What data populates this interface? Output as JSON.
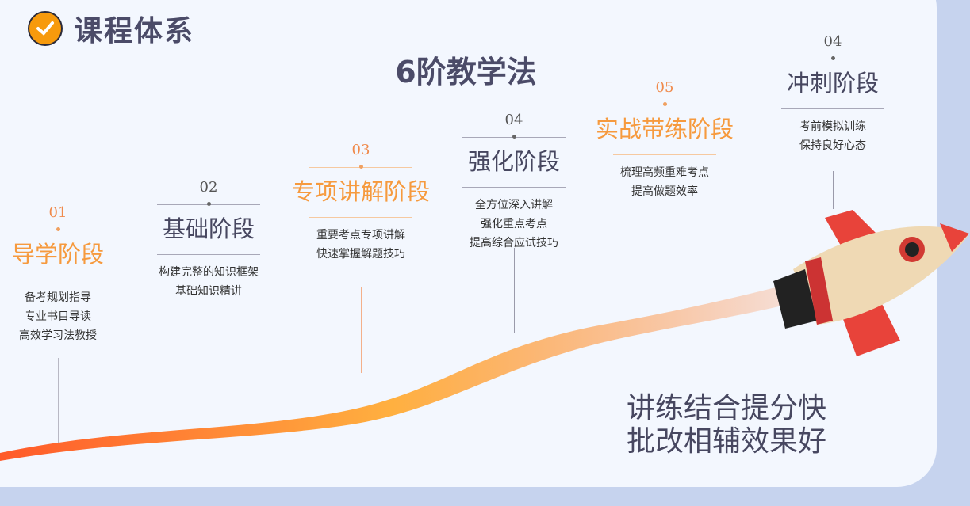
{
  "header": {
    "title": "课程体系",
    "icon": "check-circle-icon"
  },
  "subtitle": "6阶教学法",
  "stages": [
    {
      "num": "01",
      "title": "导学阶段",
      "lines": [
        "备考规划指导",
        "专业书目导读",
        "高效学习法教授"
      ]
    },
    {
      "num": "02",
      "title": "基础阶段",
      "lines": [
        "构建完整的知识框架",
        "基础知识精讲"
      ]
    },
    {
      "num": "03",
      "title": "专项讲解阶段",
      "lines": [
        "重要考点专项讲解",
        "快速掌握解题技巧"
      ]
    },
    {
      "num": "04",
      "title": "强化阶段",
      "lines": [
        "全方位深入讲解",
        "强化重点考点",
        "提高综合应试技巧"
      ]
    },
    {
      "num": "05",
      "title": "实战带练阶段",
      "lines": [
        "梳理高频重难考点",
        "提高做题效率"
      ]
    },
    {
      "num": "04",
      "title": "冲刺阶段",
      "lines": [
        "考前模拟训练",
        "保持良好心态"
      ]
    }
  ],
  "slogan": [
    "讲练结合提分快",
    "批改相辅效果好"
  ],
  "colors": {
    "accent": "#f69a3e",
    "dark": "#474760",
    "bg": "#f3f7fe"
  }
}
